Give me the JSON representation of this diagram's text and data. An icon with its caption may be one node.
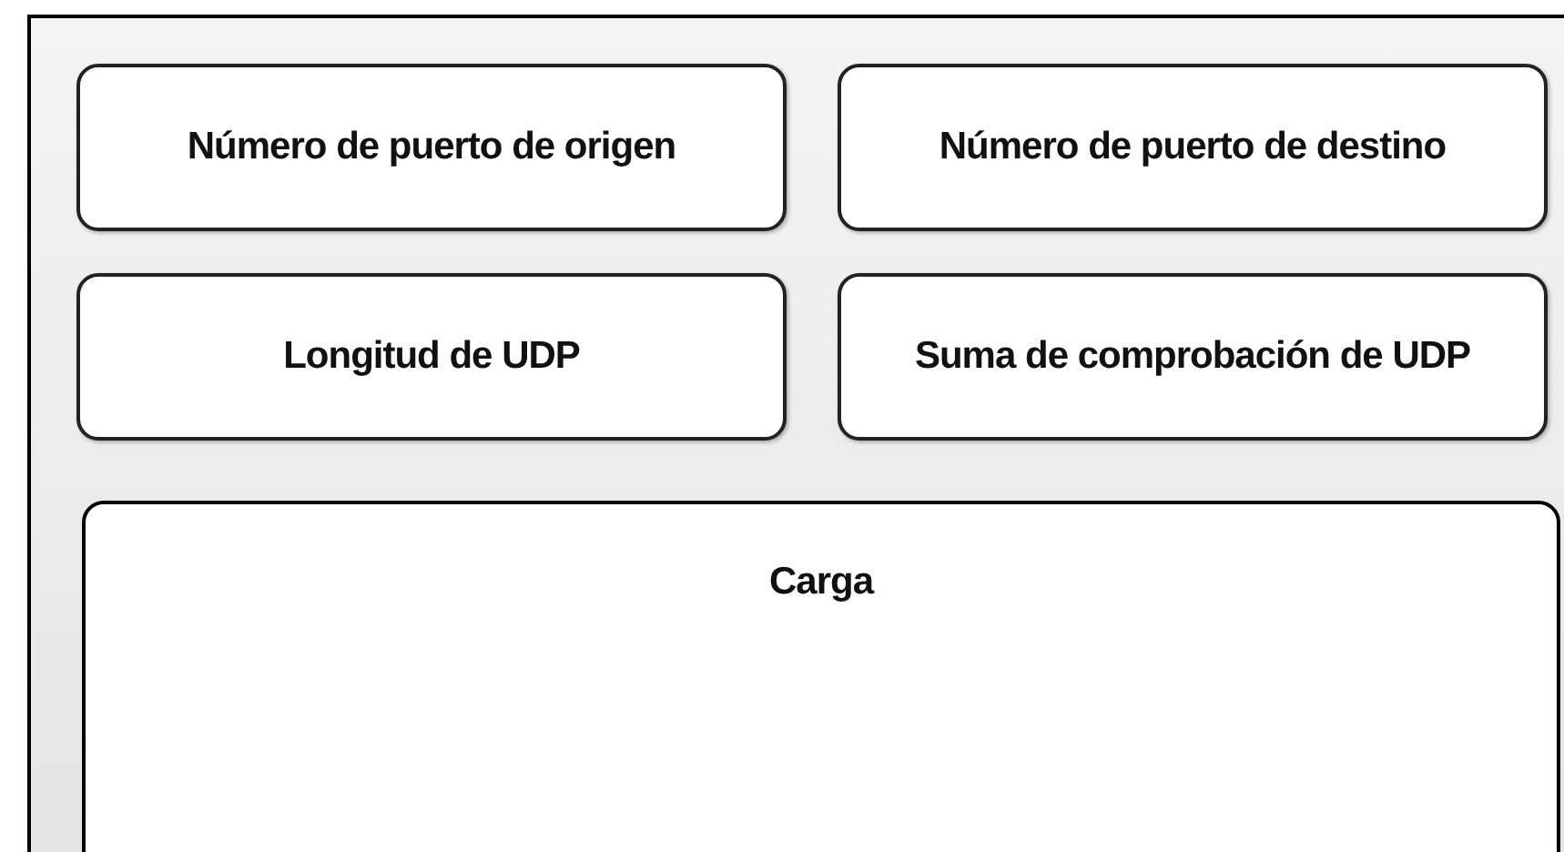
{
  "diagram": {
    "nodes": [
      {
        "text": [],
        "shape": "box"
      },
      {
        "text": [
          "Número de puerto de origen"
        ],
        "in": 0
      },
      {
        "text": [
          "Número de puerto de destino"
        ],
        "in": 0
      },
      {
        "text": [
          "Longitud de UDP"
        ],
        "in": 0
      },
      {
        "text": [
          "Suma de comprobación de UDP"
        ],
        "in": 0
      },
      {
        "text": [
          "Carga"
        ],
        "in": 0
      }
    ]
  }
}
